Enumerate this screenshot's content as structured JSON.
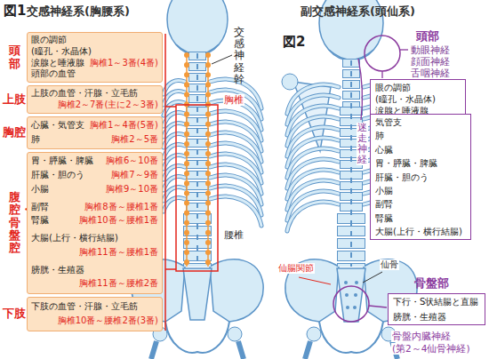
{
  "diagram": {
    "nodes": [
      {
        "text": [
          "頭部",
          "眼の調節",
          "(瞳孔・水晶体)",
          "涙腺と唾液腺",
          "胸椎1～3番(4番)",
          "頭部の血管"
        ]
      },
      {
        "text": [
          "上肢",
          "上肢の血管・汗腺・立毛筋",
          "胸椎2～7番(主に2～3番)"
        ]
      },
      {
        "text": [
          "胸腔",
          "心臓・気管支",
          "胸椎1～4番(5番)",
          "肺",
          "胸椎2～5番"
        ]
      },
      {
        "text": [
          "腹腔・骨盤腔",
          "胃・膵臓・脾臓",
          "胸椎6～10番",
          "肝臓・胆のう",
          "胸椎7～9番",
          "小腸",
          "胸椎9～10番",
          "副腎",
          "胸椎8番～腰椎1番",
          "腎臓",
          "胸椎10番～腰椎1番",
          "大腸(上行・横行結腸)",
          "胸椎11番～腰椎1番",
          "膀胱・生殖器",
          "胸椎11番～腰椎2番"
        ]
      },
      {
        "text": [
          "下肢",
          "下肢の血管・汗腺・立毛筋",
          "胸椎10番～腰椎2番(3番)"
        ]
      },
      {
        "text": [
          "眼の調節",
          "(瞳孔・水晶体)",
          "涙腺と唾液腺"
        ]
      },
      {
        "text": [
          "気管支",
          "肺",
          "心臓",
          "胃・膵臓・脾臓",
          "肝臓・胆のう",
          "小腸",
          "副腎",
          "腎臓",
          "大腸(上行・横行結腸)"
        ]
      },
      {
        "text": [
          "下行・S状結腸と直腸",
          "膀胱・生殖器"
        ]
      }
    ],
    "labels": [
      "図1",
      "交感神経系(胸腰系)",
      "交感神経幹",
      "胸椎",
      "腰椎",
      "図2",
      "副交感神経系(頭仙系)",
      "頭部",
      "動眼神経",
      "顔面神経",
      "舌咽神経",
      "迷走神経",
      "仙腸関節",
      "仙骨",
      "骨盤部",
      "骨盤内臓神経",
      "(第2～4仙骨神経)"
    ]
  }
}
